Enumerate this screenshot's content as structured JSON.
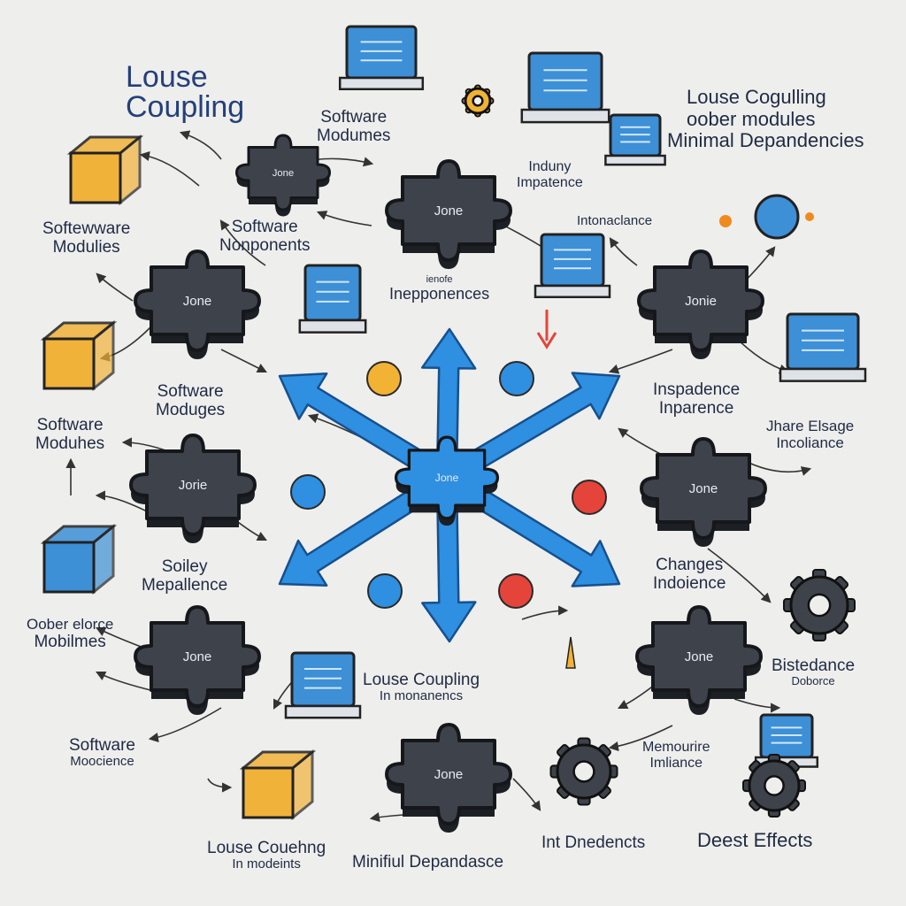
{
  "colors": {
    "accent": "#2f8fe0",
    "node": "#3e434b",
    "box_yellow": "#f1b23a",
    "box_blue": "#3d8fd6",
    "dot_yellow": "#f2b233",
    "dot_blue": "#2f8fe0",
    "dot_red": "#e5443a",
    "background": "#eeeeec"
  },
  "title": {
    "line1": "Louse",
    "line2": "Coupling"
  },
  "top_right": {
    "line1": "Louse Cogulling",
    "line2": "oober modules",
    "line3": "Minimal Depandencies"
  },
  "center_node": {
    "label": "Jone"
  },
  "nodes": [
    {
      "label": "Jone"
    },
    {
      "label": "Jone"
    },
    {
      "label": "Jonie"
    },
    {
      "label": "Jorie"
    },
    {
      "label": "Jone"
    },
    {
      "label": "Jone"
    },
    {
      "label": "Jone"
    },
    {
      "label": "Jone"
    },
    {
      "label": "Jone"
    }
  ],
  "labels": {
    "software_modumes_top": {
      "line1": "Software",
      "line2": "Modumes"
    },
    "softewware_modulies": {
      "line1": "Softewware",
      "line2": "Modulies"
    },
    "software_nonponents": {
      "line1": "Software",
      "line2": "Nonponents"
    },
    "induny_impatence": {
      "line1": "Induny",
      "line2": "Impatence"
    },
    "intonaclance": {
      "line1": "Intonaclance"
    },
    "inepponences": {
      "line1": "ienofe",
      "line2": "Inepponences"
    },
    "software_moduges": {
      "line1": "Software",
      "line2": "Moduges"
    },
    "software_modules_left": {
      "line1": "Software",
      "line2": "Moduhes"
    },
    "inspadence": {
      "line1": "Inspadence",
      "line2": "Inparence"
    },
    "jhare_elsage": {
      "line1": "Jhare Elsage",
      "line2": "Incoliance"
    },
    "sofisy_mepallence": {
      "line1": "Soiley",
      "line2": "Mepallence"
    },
    "oober_elorce": {
      "line1": "Oober elorce",
      "line2": "Mobilmes"
    },
    "changes_indoience": {
      "line1": "Changes",
      "line2": "Indoience"
    },
    "louse_coupling_mid": {
      "line1": "Louse Coupling",
      "line2": "In monanencs"
    },
    "bistedance": {
      "line1": "Bistedance",
      "line2": "Doborce"
    },
    "software_mocience": {
      "line1": "Software",
      "line2": "Moocience"
    },
    "memourire": {
      "line1": "Memourire",
      "line2": "Imliance"
    },
    "louse_couehng": {
      "line1": "Louse Couehng",
      "line2": "In modeints"
    },
    "minifil_depandasce": {
      "line1": "Minifiul Depandasce"
    },
    "int_onedence": {
      "line1": "Int Dnedencts"
    },
    "deest_effects": {
      "line1": "Deest Effects"
    }
  }
}
